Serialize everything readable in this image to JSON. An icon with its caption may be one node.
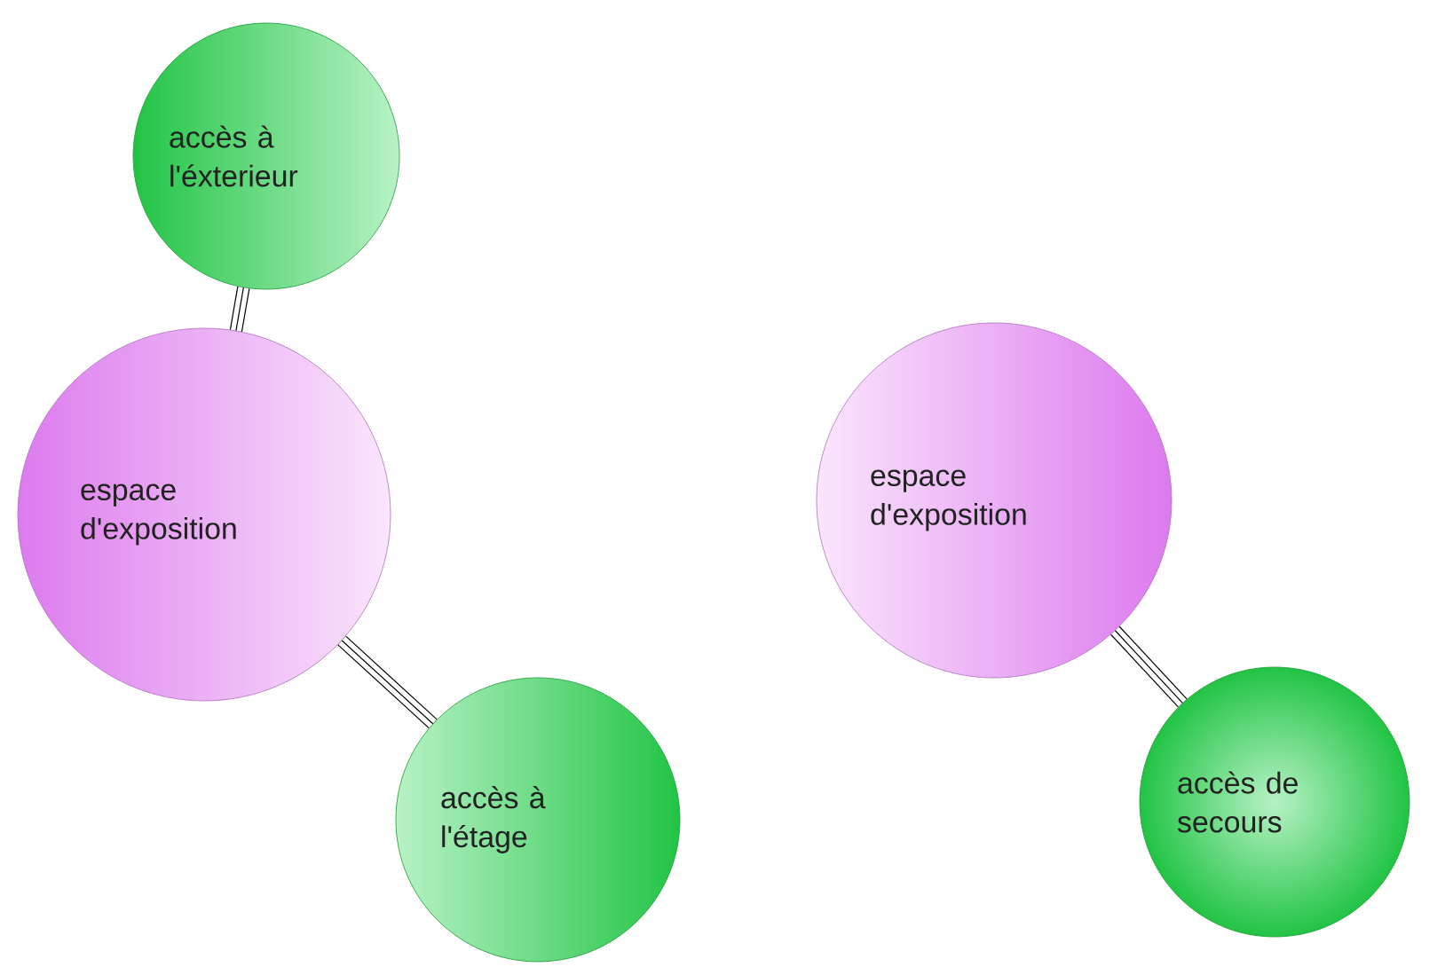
{
  "diagram": {
    "nodes": [
      {
        "text": [
          "accès à l'éxterieur"
        ]
      },
      {
        "text": [
          "espace d'exposition"
        ]
      },
      {
        "text": [
          "accès à l'étage"
        ]
      },
      {
        "text": [
          "espace d'exposition"
        ]
      },
      {
        "text": [
          "accès de secours"
        ]
      }
    ],
    "edges": [
      {
        "from": 1,
        "to": 0,
        "arrow": "none"
      },
      {
        "from": 1,
        "to": 2,
        "arrow": "none"
      },
      {
        "from": 3,
        "to": 4,
        "arrow": "none"
      }
    ]
  }
}
